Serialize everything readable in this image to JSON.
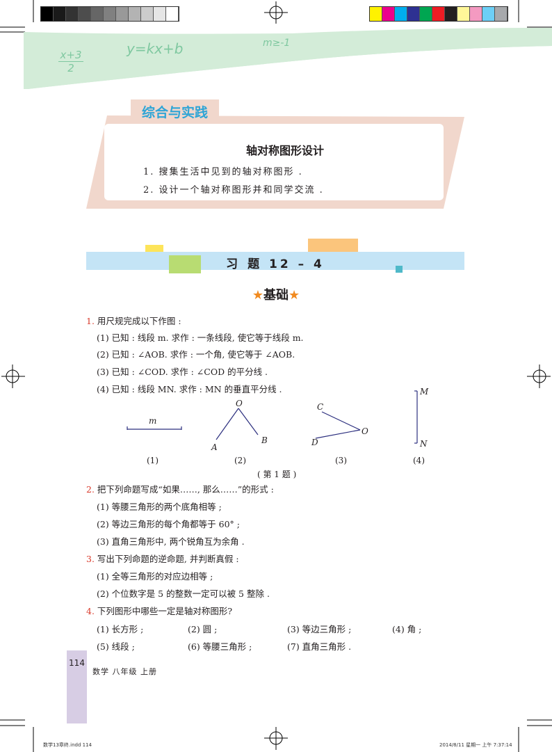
{
  "colorbar_gray": [
    "#000000",
    "#1a1a1a",
    "#333333",
    "#4d4d4d",
    "#666666",
    "#808080",
    "#999999",
    "#b3b3b3",
    "#cccccc",
    "#e6e6e6",
    "#ffffff"
  ],
  "colorbar_color": [
    "#fff200",
    "#ec008c",
    "#00aeef",
    "#2e3192",
    "#00a651",
    "#ed1c24",
    "#231f20",
    "#fff799",
    "#f49ac1",
    "#6dcff6",
    "#a7a9ac"
  ],
  "header": {
    "hand_fraction_top": "x+3",
    "hand_fraction_bottom": "2",
    "hand_formula_1": "y=kx+b",
    "hand_formula_2": "m≥-1"
  },
  "practice": {
    "tag": "综合与实践",
    "title": "轴对称图形设计",
    "items": [
      "1. 搜集生活中见到的轴对称图形 .",
      "2. 设计一个轴对称图形并和同学交流 ."
    ]
  },
  "exercise": {
    "title": "习  题  12 – 4",
    "level": "基础"
  },
  "q1": {
    "num": "1.",
    "text": "用尺规完成以下作图 :",
    "parts": [
      "(1) 已知 : 线段 m. 求作 : 一条线段, 使它等于线段 m.",
      "(2) 已知 : ∠AOB. 求作 : 一个角, 使它等于 ∠AOB.",
      "(3) 已知 : ∠COD. 求作 : ∠COD 的平分线 .",
      "(4) 已知 : 线段 MN. 求作 : MN 的垂直平分线 ."
    ],
    "fig_labels": {
      "m": "m",
      "O": "O",
      "A": "A",
      "B": "B",
      "C": "C",
      "D": "D",
      "O2": "O",
      "M": "M",
      "N": "N"
    },
    "sub_captions": [
      "(1)",
      "(2)",
      "(3)",
      "(4)"
    ],
    "caption": "( 第 1 题 )"
  },
  "q2": {
    "num": "2.",
    "text": "把下列命题写成“如果……, 那么……”的形式 :",
    "parts": [
      "(1) 等腰三角形的两个底角相等 ;",
      "(2) 等边三角形的每个角都等于 60° ;",
      "(3) 直角三角形中, 两个锐角互为余角 ."
    ]
  },
  "q3": {
    "num": "3.",
    "text": "写出下列命题的逆命题, 并判断真假 :",
    "parts": [
      "(1) 全等三角形的对应边相等 ;",
      "(2) 个位数字是 5 的整数一定可以被 5 整除 ."
    ]
  },
  "q4": {
    "num": "4.",
    "text": "下列图形中哪些一定是轴对称图形?",
    "row1": [
      "(1) 长方形 ;",
      "(2) 圆 ;",
      "(3) 等边三角形 ;",
      "(4) 角 ;"
    ],
    "row2": [
      "(5) 线段 ;",
      "(6) 等腰三角形 ;",
      "(7) 直角三角形 ."
    ]
  },
  "footer": {
    "page_number": "114",
    "book": "数学  八年级  上册",
    "file_info": "数学13章终.indd   114",
    "timestamp": "2014/8/11 星期一  上午 7:37:14"
  }
}
